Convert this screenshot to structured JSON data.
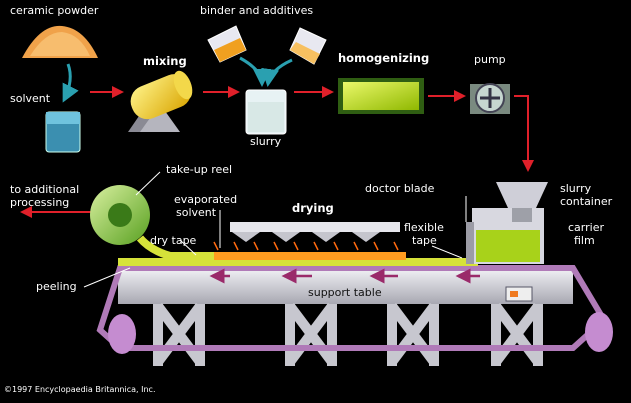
{
  "labels": {
    "ceramic_powder": "ceramic powder",
    "binder": "binder and additives",
    "mixing": "mixing",
    "homogenizing": "homogenizing",
    "pump": "pump",
    "solvent": "solvent",
    "slurry": "slurry",
    "take_up_reel": "take-up reel",
    "to_additional": "to additional",
    "processing": "processing",
    "evaporated": "evaporated",
    "solvent2": "solvent",
    "drying": "drying",
    "doctor_blade": "doctor blade",
    "slurry_container_1": "slurry",
    "slurry_container_2": "container",
    "flexible": "flexible",
    "tape": "tape",
    "dry_tape": "dry tape",
    "carrier": "carrier",
    "film": "film",
    "peeling": "peeling",
    "support_table": "support table",
    "copyright": "©1997 Encyclopaedia Britannica, Inc."
  },
  "colors": {
    "background": "#000000",
    "flow_arrow": "#e0202a",
    "table_gray": "#d8d8de",
    "film_purple": "#b07ab8",
    "tape_yellow": "#d6e23a",
    "slurry_green": "#a8d21a"
  }
}
